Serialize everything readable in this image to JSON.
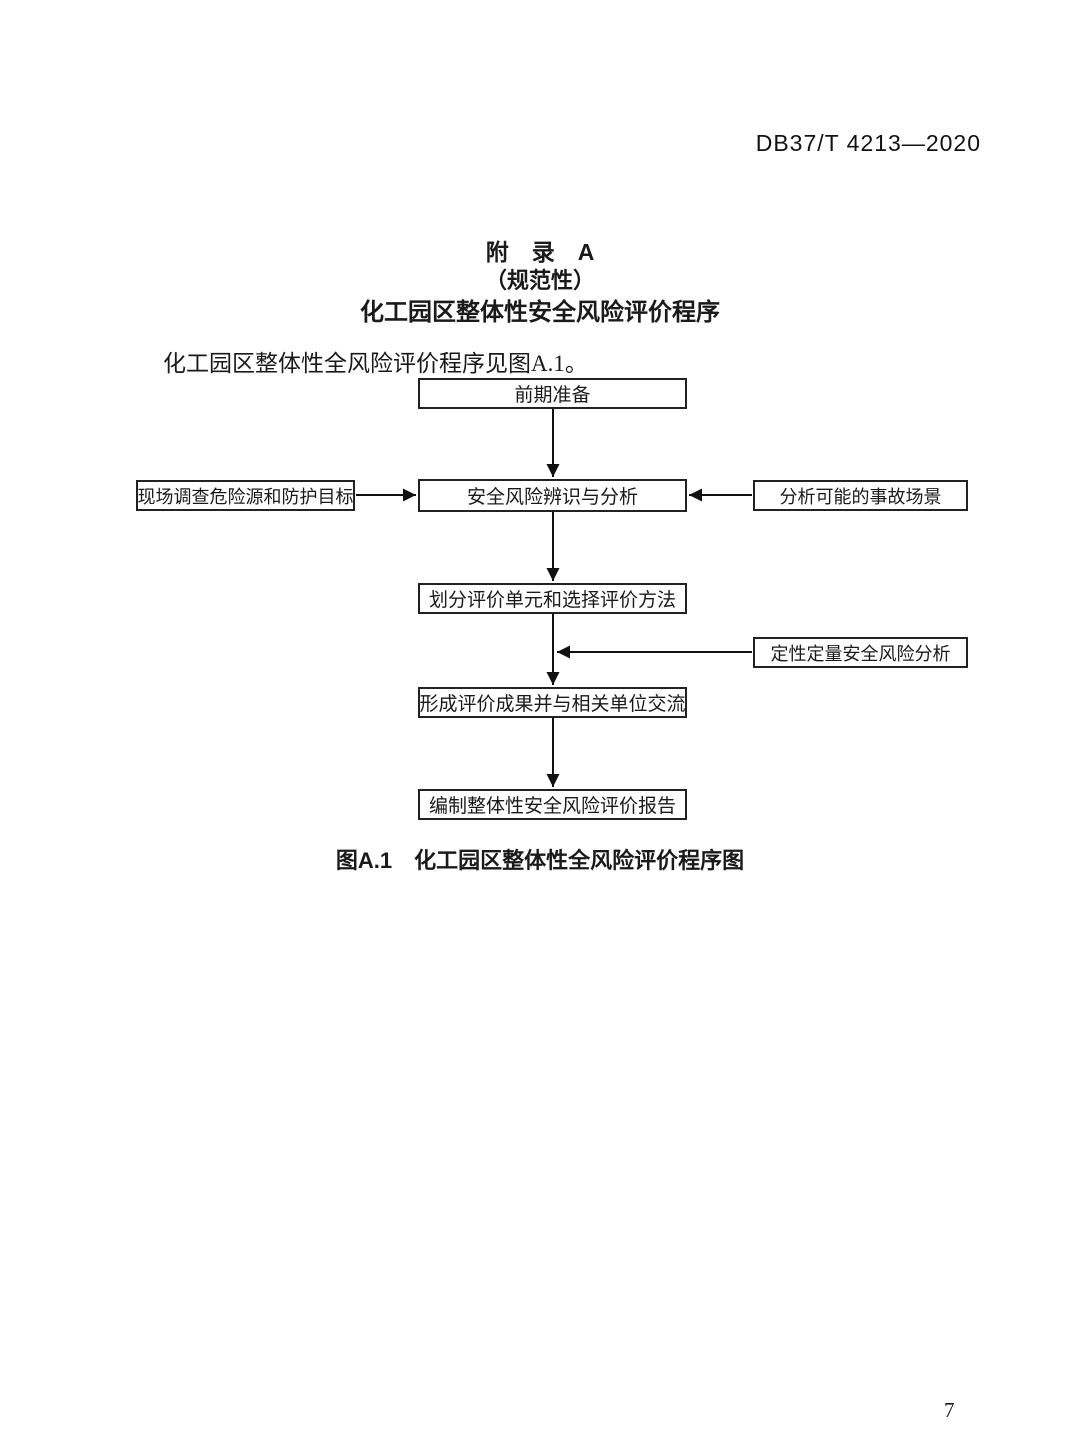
{
  "header": {
    "doc_number": "DB37/T 4213—2020"
  },
  "appendix": {
    "title_line1": "附　录　A",
    "title_line2": "（规范性）",
    "title_line3": "化工园区整体性安全风险评价程序"
  },
  "body": {
    "intro": "化工园区整体性全风险评价程序见图A.1。"
  },
  "flowchart": {
    "nodes": [
      {
        "id": "prep",
        "label": "前期准备"
      },
      {
        "id": "survey",
        "label": "现场调查危险源和防护目标"
      },
      {
        "id": "identify",
        "label": "安全风险辨识与分析"
      },
      {
        "id": "scenarios",
        "label": "分析可能的事故场景"
      },
      {
        "id": "divide",
        "label": "划分评价单元和选择评价方法"
      },
      {
        "id": "qualquant",
        "label": "定性定量安全风险分析"
      },
      {
        "id": "form",
        "label": "形成评价成果并与相关单位交流"
      },
      {
        "id": "report",
        "label": "编制整体性安全风险评价报告"
      }
    ],
    "caption": "图A.1　化工园区整体性全风险评价程序图",
    "line_color": "#111111"
  },
  "footer": {
    "page_number": "7"
  }
}
